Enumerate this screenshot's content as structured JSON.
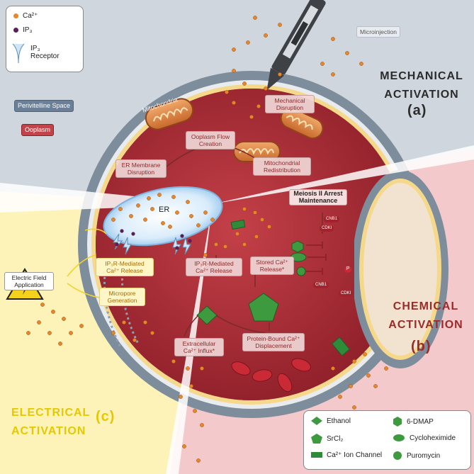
{
  "legend_top": {
    "ca": "Ca²⁺",
    "ip3": "IP₃",
    "receptor": "IP₃ Receptor"
  },
  "labels": {
    "microinjection": "Microinjection",
    "mechanical_title": "MECHANICAL ACTIVATION",
    "mechanical_tag": "(a)",
    "perivitelline": "Perivitelline Space",
    "ooplasm": "Ooplasm",
    "mitochondria": "Mitochondria",
    "mechanical_disruption": "Mechanical Disruption",
    "ooplasm_flow": "Ooplasm Flow Creation",
    "er_membrane": "ER Membrane Disruption",
    "mito_redistribution": "Mitochondrial Redistribution",
    "er": "ER",
    "meiosis": "Meiosis II Arrest Maintenance",
    "cnb1": "CNB1",
    "cdki": "CDKI",
    "p": "P",
    "electric_field": "Electric Field Application",
    "ip3r_release_left": "IP₃R-Mediated Ca²⁺ Release",
    "micropore": "Micropore Generation",
    "ip3r_release_center": "IP₃R-Mediated Ca²⁺ Release",
    "stored_release": "Stored Ca²⁺ Release*",
    "extracellular": "Extracellular Ca²⁺ Influx*",
    "protein_bound": "Protein-Bound Ca²⁺ Displacement",
    "chemical_title": "CHEMICAL ACTIVATION",
    "chemical_tag": "(b)",
    "electrical_title": "ELECTRICAL ACTIVATION",
    "electrical_tag": "(c)"
  },
  "legend_bottom": {
    "ethanol": "Ethanol",
    "dmap": "6-DMAP",
    "srcl2": "SrCl₂",
    "cycloheximide": "Cycloheximide",
    "channel": "Ca²⁺ Ion Channel",
    "puromycin": "Puromycin"
  },
  "colors": {
    "mechanical_bg": "#cfd6dd",
    "chemical_bg": "#f3c9cb",
    "electrical_bg": "#fdf2b8",
    "ooplasm": "#b3313a",
    "zona": "#7d8d9c",
    "calcium": "#e8872a",
    "ip3": "#5a1f55",
    "drug_green": "#3a9a3a",
    "mechanical_text": "#2b2b2b",
    "chemical_text": "#9c2a2a",
    "electrical_text": "#e6c800"
  }
}
